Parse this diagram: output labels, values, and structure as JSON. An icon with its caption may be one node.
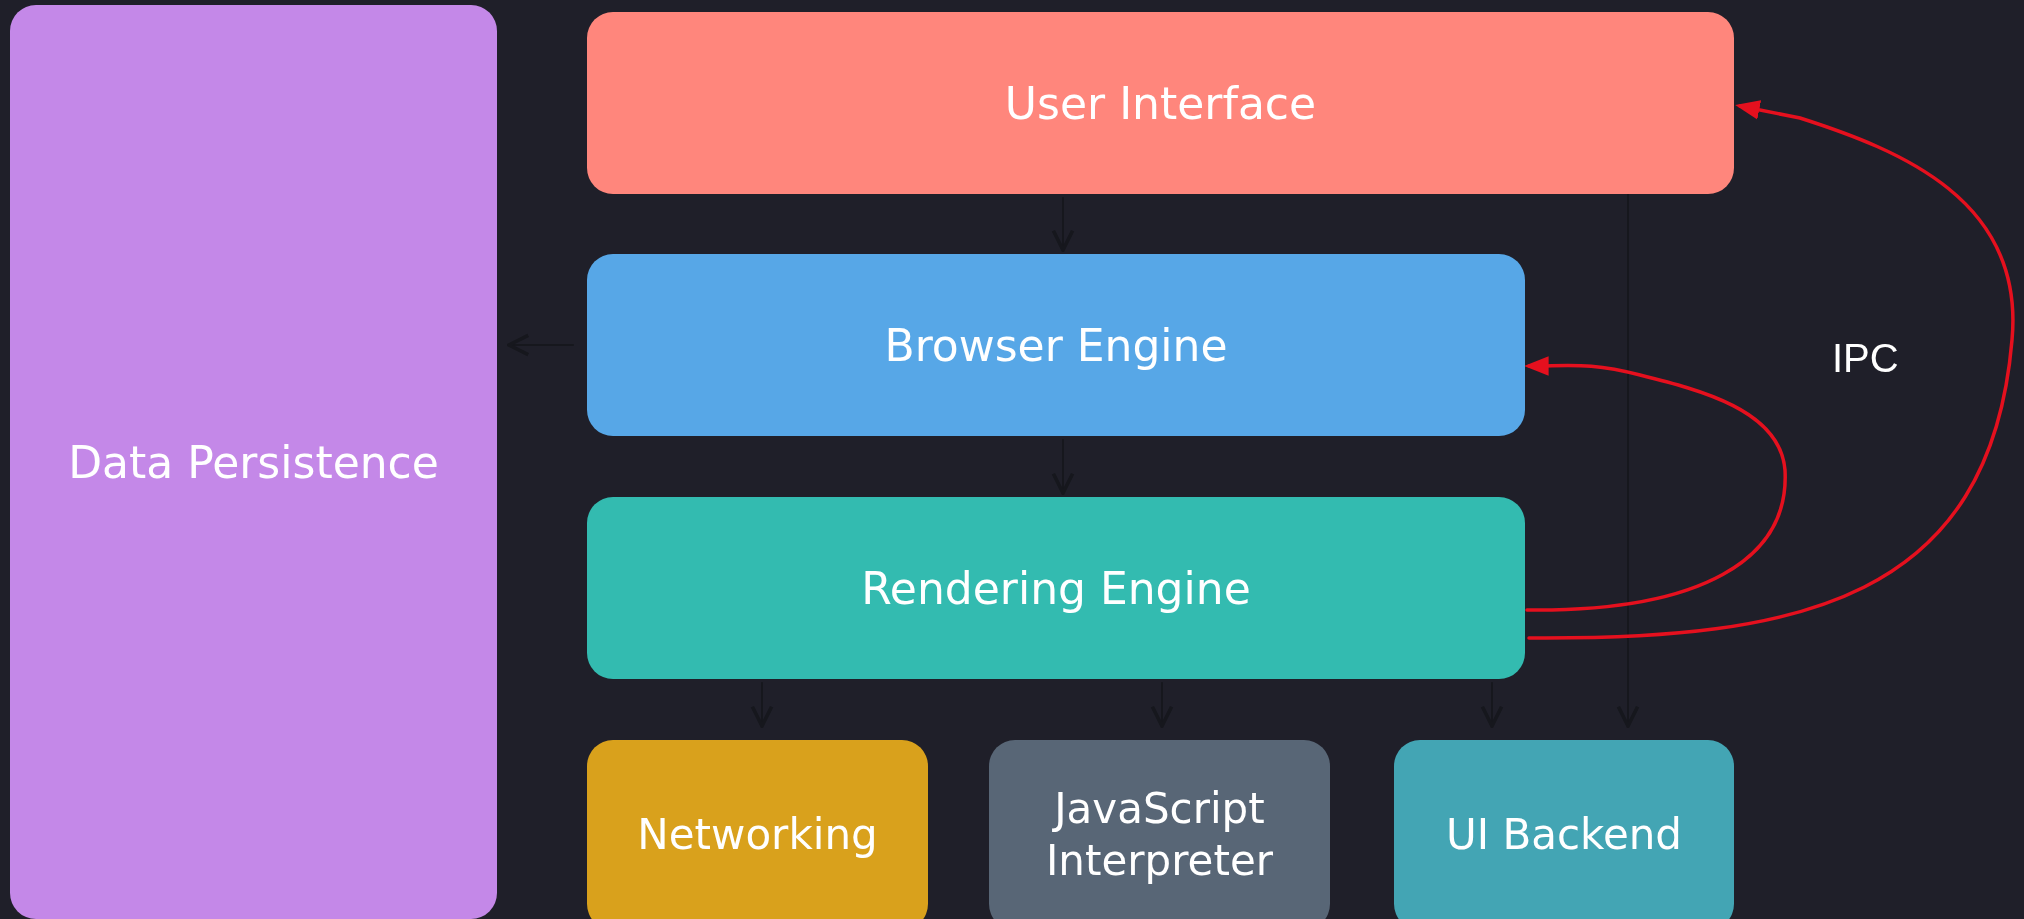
{
  "diagram": {
    "nodes": [
      {
        "text": [
          "Data Persistence"
        ]
      },
      {
        "text": [
          "User Interface"
        ]
      },
      {
        "text": [
          "Browser Engine"
        ]
      },
      {
        "text": [
          "Rendering Engine"
        ]
      },
      {
        "text": [
          "Networking"
        ]
      },
      {
        "text": [
          "JavaScript Interpreter"
        ]
      },
      {
        "text": [
          "UI Backend"
        ]
      }
    ],
    "edges": [
      {
        "from": 1,
        "to": 2,
        "arrow": "to"
      },
      {
        "from": 2,
        "to": 3,
        "arrow": "to"
      },
      {
        "from": 2,
        "to": 0,
        "arrow": "to"
      },
      {
        "from": 3,
        "to": 4,
        "arrow": "to"
      },
      {
        "from": 3,
        "to": 5,
        "arrow": "to"
      },
      {
        "from": 3,
        "to": 6,
        "arrow": "to"
      },
      {
        "from": 1,
        "to": 6,
        "arrow": "to"
      },
      {
        "from": 3,
        "to": 2,
        "arrow": "to",
        "color": "#e5101e"
      },
      {
        "from": 3,
        "to": 1,
        "arrow": "to",
        "color": "#e5101e"
      }
    ],
    "labels": [
      "IPC"
    ]
  }
}
